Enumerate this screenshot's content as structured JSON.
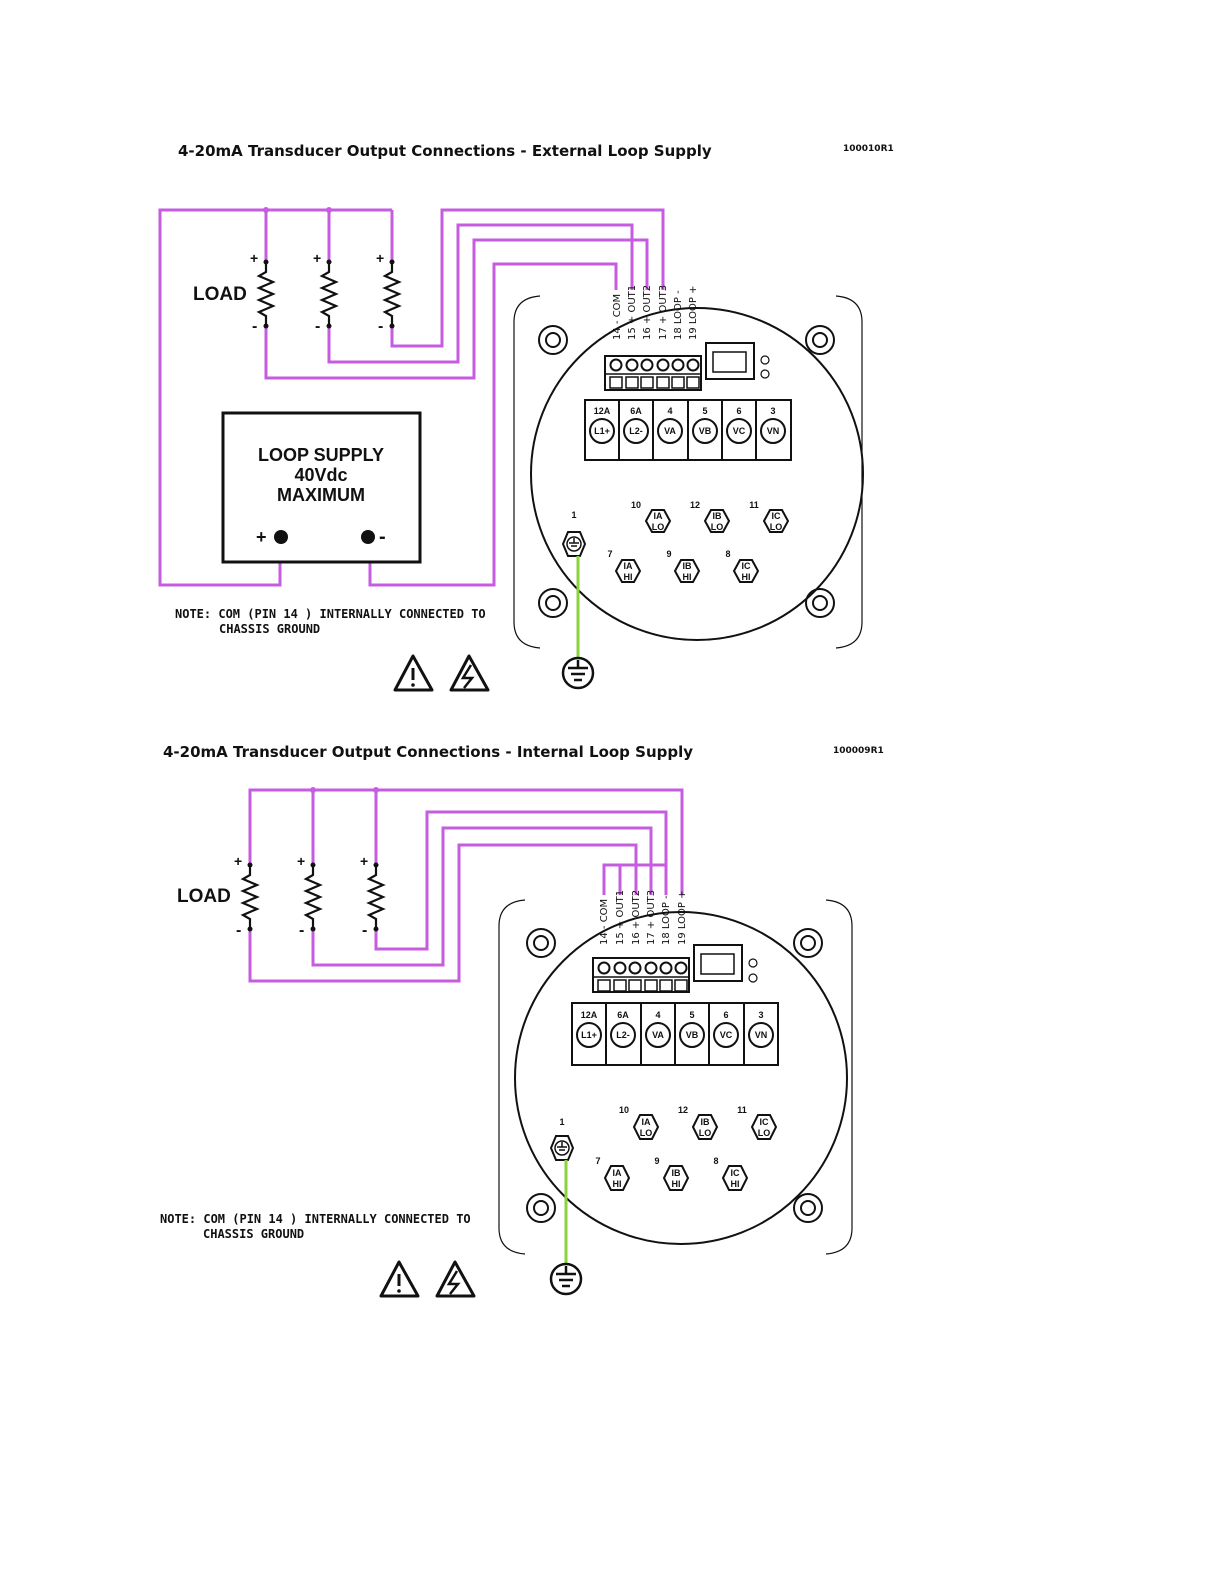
{
  "diagrams": [
    {
      "title": "4-20mA Transducer Output Connections - External Loop Supply",
      "doc_id": "100010R1",
      "load_label": "LOAD",
      "supply": {
        "line1": "LOOP SUPPLY",
        "line2": "40Vdc",
        "line3": "MAXIMUM",
        "plus": "+",
        "minus": "-"
      },
      "pins": [
        "14 - COM",
        "15 + OUT1",
        "16 + OUT2",
        "17 + OUT3",
        "18 LOOP -",
        "19 LOOP +"
      ],
      "note_line1": "NOTE:  COM (PIN 14 ) INTERNALLY CONNECTED TO",
      "note_line2": "CHASSIS GROUND"
    },
    {
      "title": "4-20mA Transducer Output Connections - Internal Loop Supply",
      "doc_id": "100009R1",
      "load_label": "LOAD",
      "pins": [
        "14 - COM",
        "15 + OUT1",
        "16 + OUT2",
        "17 + OUT3",
        "18 LOOP -",
        "19 LOOP +"
      ],
      "note_line1": "NOTE:  COM (PIN 14 ) INTERNALLY CONNECTED TO",
      "note_line2": "CHASSIS GROUND"
    }
  ],
  "voltage_terminals": [
    {
      "num": "12A",
      "label": "L1+"
    },
    {
      "num": "6A",
      "label": "L2-"
    },
    {
      "num": "4",
      "label": "VA"
    },
    {
      "num": "5",
      "label": "VB"
    },
    {
      "num": "6",
      "label": "VC"
    },
    {
      "num": "3",
      "label": "VN"
    }
  ],
  "current_lo": [
    {
      "num": "10",
      "l1": "IA",
      "l2": "LO"
    },
    {
      "num": "12",
      "l1": "IB",
      "l2": "LO"
    },
    {
      "num": "11",
      "l1": "IC",
      "l2": "LO"
    }
  ],
  "current_hi": [
    {
      "num": "7",
      "l1": "IA",
      "l2": "HI"
    },
    {
      "num": "9",
      "l1": "IB",
      "l2": "HI"
    },
    {
      "num": "8",
      "l1": "IC",
      "l2": "HI"
    }
  ],
  "ground_pin": "1",
  "plus_sign": "+",
  "minus_sign": "-",
  "colors": {
    "wire": "#c65de0",
    "ground_wire": "#8cd23c"
  },
  "icons": [
    "warning-icon",
    "high-voltage-icon",
    "ground-icon"
  ]
}
